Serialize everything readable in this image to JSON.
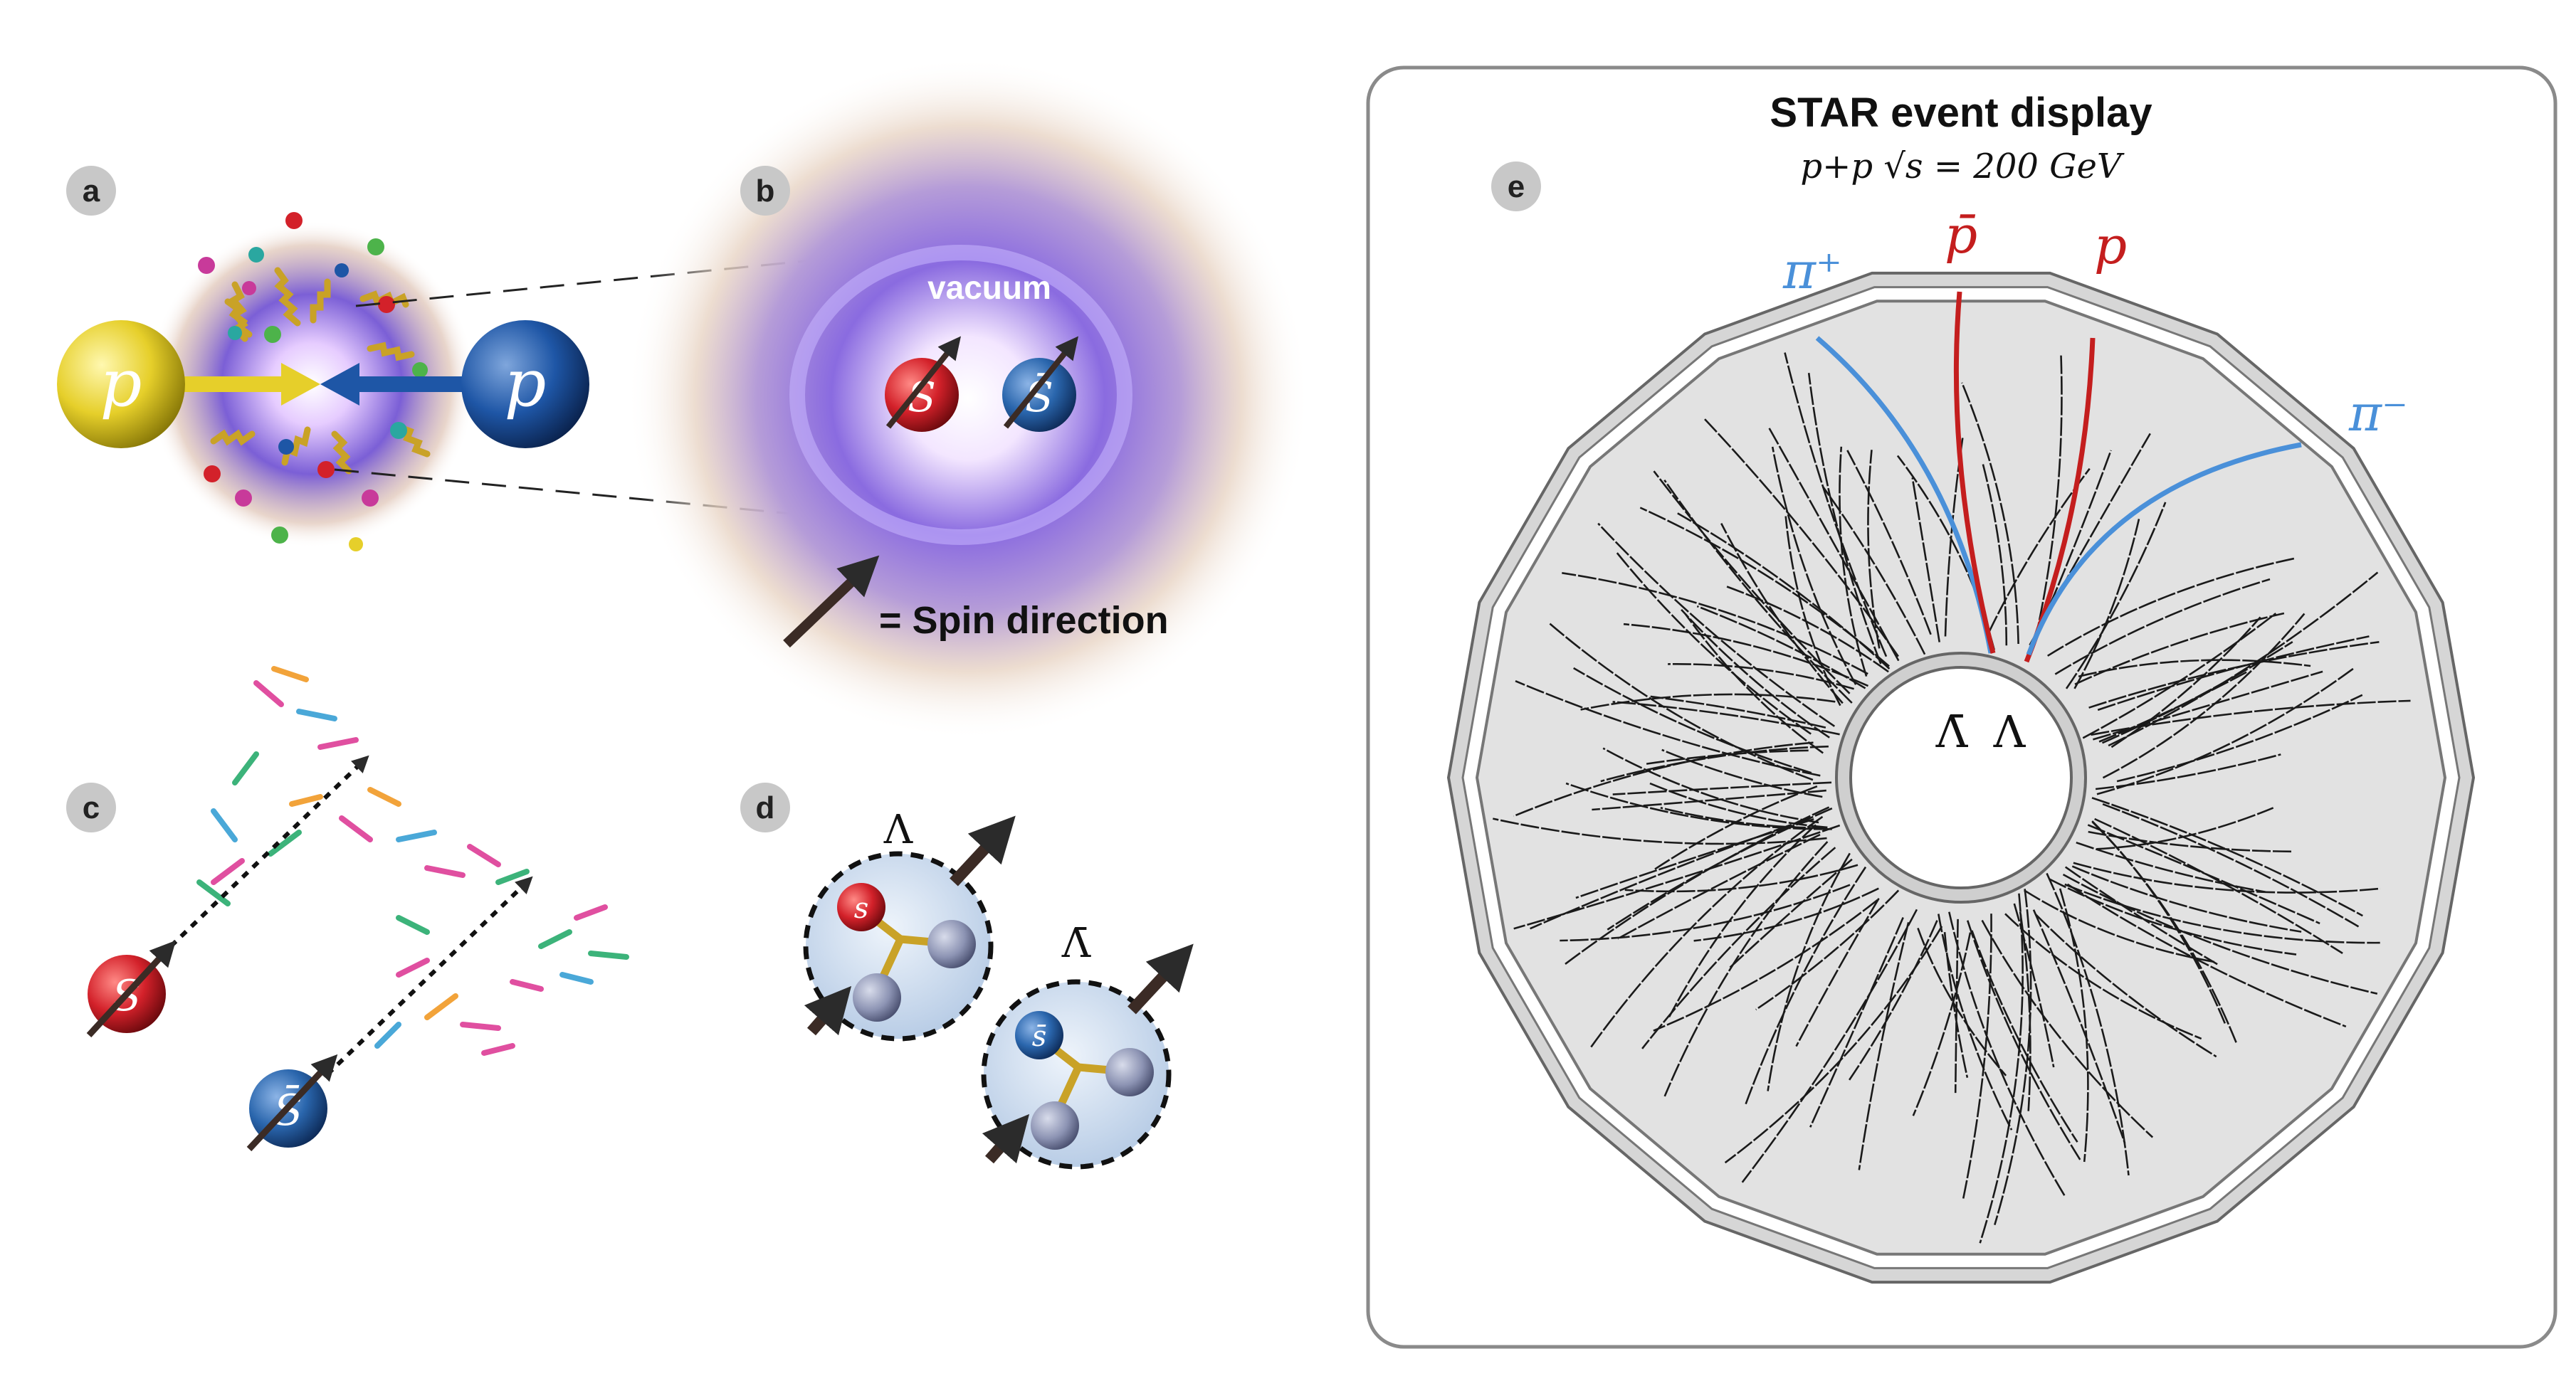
{
  "panels": {
    "a": {
      "label": "a",
      "proton_left": "p",
      "proton_right": "p"
    },
    "b": {
      "label": "b",
      "vacuum": "vacuum",
      "quark": "S",
      "antiquark": "S̄",
      "legend": "= Spin direction"
    },
    "c": {
      "label": "c",
      "quark": "S",
      "antiquark": "S̄"
    },
    "d": {
      "label": "d",
      "lambda": "Λ",
      "antilambda": "Λ̄",
      "quark": "s",
      "antiquark": "s̄"
    },
    "e": {
      "label": "e",
      "title": "STAR event display",
      "subtitle": "p+p √s = 200 GeV",
      "track_labels": {
        "pi_plus": "π⁺",
        "pbar": "p̄",
        "p": "p",
        "pi_minus": "π⁻"
      },
      "center_labels": {
        "antilambda": "Λ̄",
        "lambda": "Λ"
      }
    }
  },
  "colors": {
    "proton_yellow": "#e6cf2a",
    "proton_blue": "#1e56a6",
    "quark_red": "#d3212a",
    "quark_blue": "#2a66ad",
    "pion_track": "#4a90d9",
    "proton_track": "#c41e1e",
    "detector_fill": "#e2e2e2",
    "panel_label_bg": "#c8c8c8",
    "gluon": "#c9a227",
    "lambda_fill": "#d7e4f2"
  },
  "icons": [
    "spin-arrow-icon",
    "gluon-spring-icon",
    "quark-sphere-icon"
  ]
}
